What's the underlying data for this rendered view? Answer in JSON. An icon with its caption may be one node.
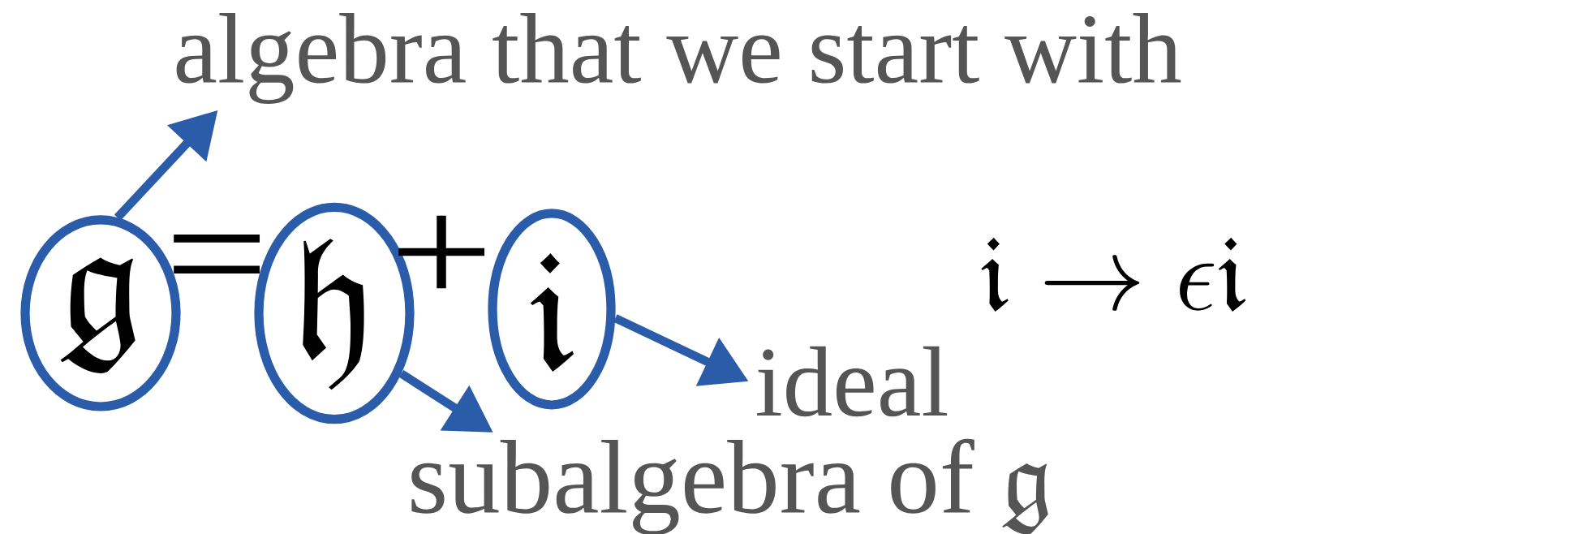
{
  "diagram": {
    "nodes": [
      {
        "text": [
          "\\mathfrak{g}"
        ]
      },
      {
        "text": [
          "\\mathfrak{h}"
        ]
      },
      {
        "text": [
          "\\mathfrak{i}"
        ]
      },
      {
        "text": [
          "algebra that we start with"
        ]
      },
      {
        "text": [
          "ideal"
        ]
      },
      {
        "text": [
          "\\text{subalgebra of }\\mathfrak{g}"
        ]
      }
    ],
    "edges": [
      {
        "from": 0,
        "to": 3,
        "arrow": "to"
      },
      {
        "from": 2,
        "to": 4,
        "arrow": "to"
      },
      {
        "from": 1,
        "to": 5,
        "arrow": "to"
      }
    ],
    "labels": [
      "=",
      "+",
      "\\mathfrak{i} \\to \\epsilon\\mathfrak{i}"
    ]
  }
}
